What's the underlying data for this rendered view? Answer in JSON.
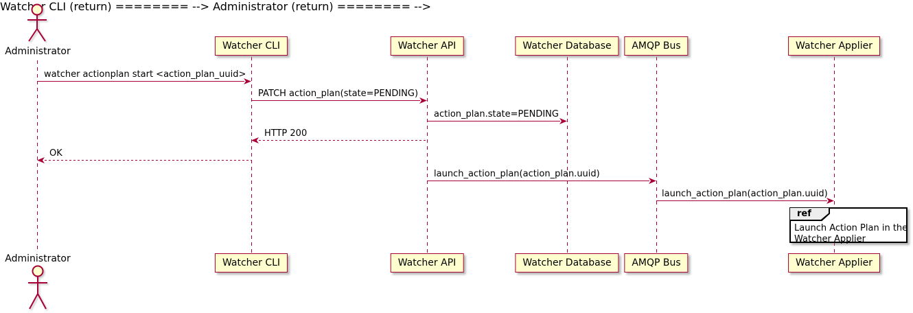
{
  "diagram": {
    "type": "sequence",
    "actor": {
      "name": "Administrator"
    },
    "participants": [
      {
        "label": "Watcher CLI"
      },
      {
        "label": "Watcher API"
      },
      {
        "label": "Watcher Database"
      },
      {
        "label": "AMQP Bus"
      },
      {
        "label": "Watcher Applier"
      }
    ],
    "messages": [
      {
        "label": "watcher actionplan start <action_plan_uuid>",
        "from": "Administrator",
        "to": "Watcher CLI",
        "style": "solid"
      },
      {
        "label": "PATCH action_plan(state=PENDING)",
        "from": "Watcher CLI",
        "to": "Watcher API",
        "style": "solid"
      },
      {
        "label": "action_plan.state=PENDING",
        "from": "Watcher API",
        "to": "Watcher Database",
        "style": "solid"
      },
      {
        "label": "HTTP 200",
        "from": "Watcher API",
        "to": "Watcher CLI",
        "style": "dotted"
      },
      {
        "label": "OK",
        "from": "Watcher CLI",
        "to": "Administrator",
        "style": "dotted"
      },
      {
        "label": "launch_action_plan(action_plan.uuid)",
        "from": "Watcher API",
        "to": "AMQP Bus",
        "style": "solid"
      },
      {
        "label": "launch_action_plan(action_plan.uuid)",
        "from": "AMQP Bus",
        "to": "Watcher Applier",
        "style": "solid"
      }
    ],
    "ref": {
      "keyword": "ref",
      "line1": "Launch Action Plan in the",
      "line2": "Watcher Applier",
      "over": "Watcher Applier"
    },
    "colors": {
      "participant_fill": "#FEFECE",
      "stroke": "#A80036",
      "text": "#000000",
      "ref_border": "#000000",
      "ref_tab_fill": "#EEEEEE",
      "background": "#FFFFFF"
    }
  }
}
